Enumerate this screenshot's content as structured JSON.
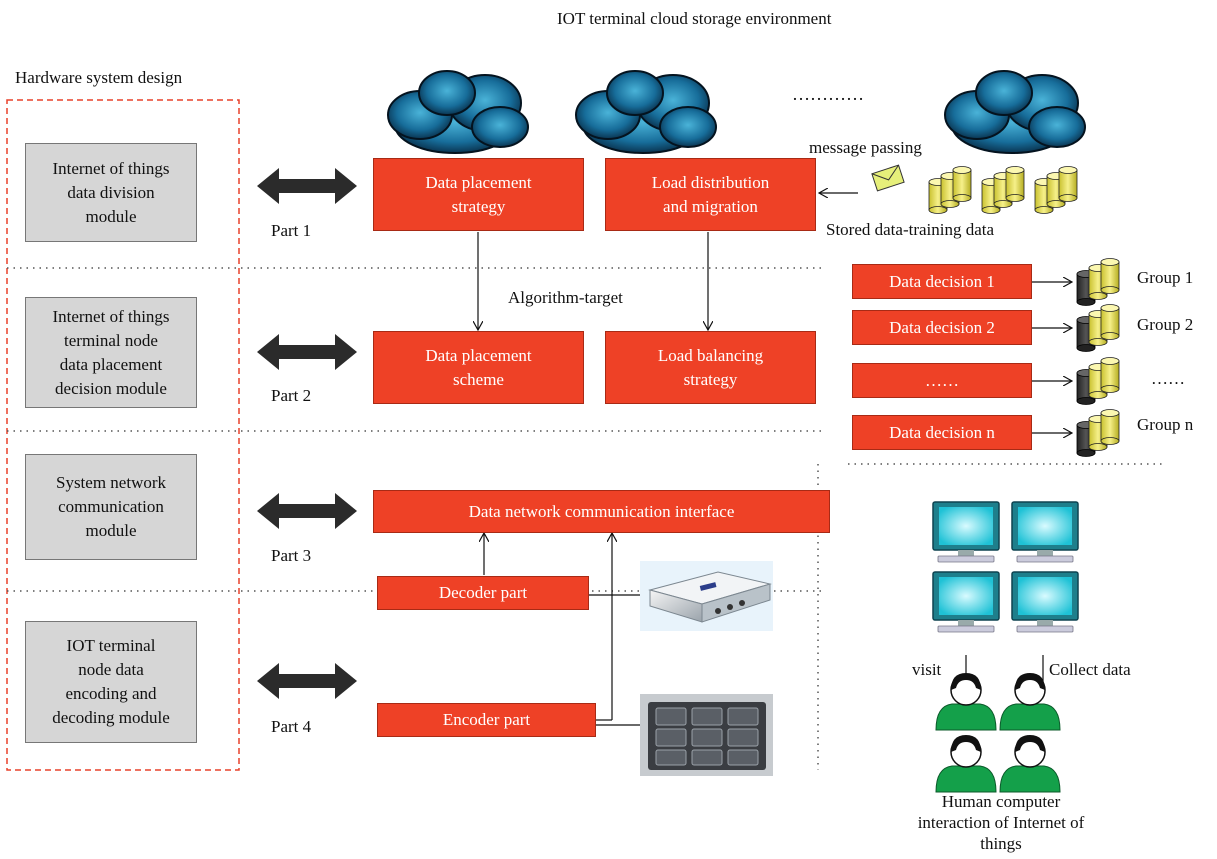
{
  "title": "IOT terminal cloud storage environment",
  "left_title": "Hardware system design",
  "ellipsis_top": "…………",
  "modules": [
    "Internet of things\ndata division\nmodule",
    "Internet of things\nterminal node\ndata placement\ndecision module",
    "System network\ncommunication\nmodule",
    "IOT terminal\nnode data\nencoding and\ndecoding module"
  ],
  "parts": [
    "Part 1",
    "Part 2",
    "Part 3",
    "Part 4"
  ],
  "boxes": {
    "data_placement_strategy": "Data placement\nstrategy",
    "load_distribution": "Load distribution\nand migration",
    "data_placement_scheme": "Data placement\nscheme",
    "load_balancing": "Load balancing\nstrategy",
    "network_interface": "Data network communication interface",
    "decoder": "Decoder part",
    "encoder": "Encoder part"
  },
  "algorithm_target": "Algorithm-target",
  "message_passing": "message passing",
  "stored_data": "Stored data-training data",
  "decisions": [
    "Data decision 1",
    "Data decision 2",
    "……",
    "Data decision n"
  ],
  "groups": [
    "Group 1",
    "Group 2",
    "……",
    "Group n"
  ],
  "visit": "visit",
  "collect": "Collect data",
  "human_caption": "Human computer\ninteraction of Internet of\nthings",
  "colors": {
    "accent_red": "#ee4126",
    "module_gray": "#d6d6d6",
    "dashed_red": "#e8402a",
    "monitor_cyan": "#1fc2d6",
    "person_green": "#14a04a"
  }
}
